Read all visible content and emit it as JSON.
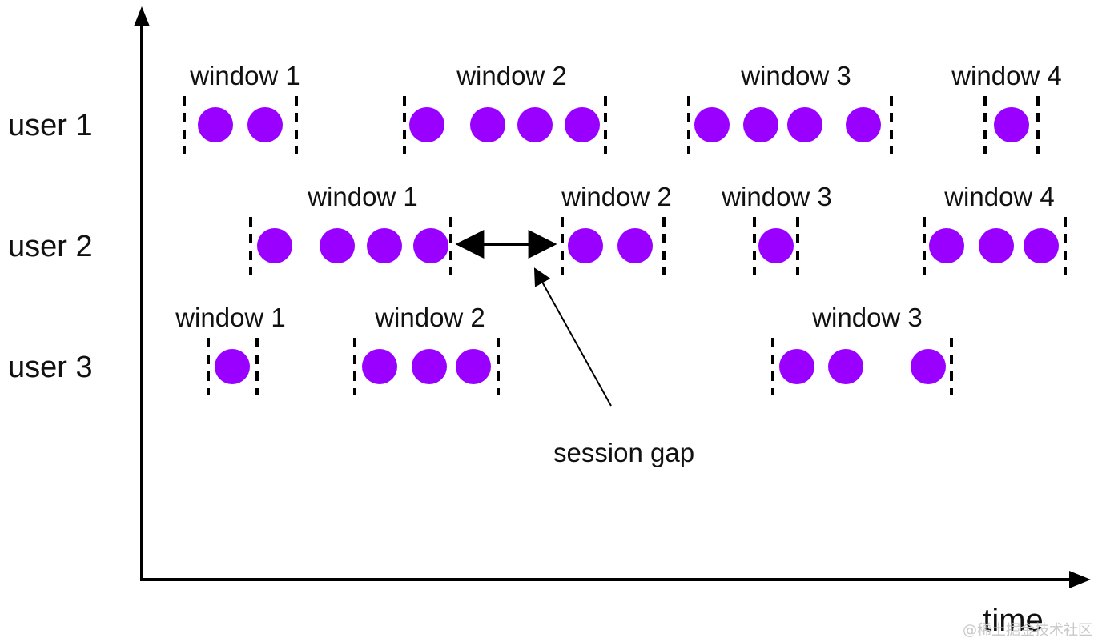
{
  "colors": {
    "event": "#9900ff",
    "ink": "#000000",
    "text": "#111111",
    "watermark": "#c8c8c8"
  },
  "axis": {
    "x_label": "time"
  },
  "annotation": {
    "label": "session gap"
  },
  "watermark": "@稀土掘金技术社区",
  "users": [
    {
      "label": "user 1",
      "windows": [
        {
          "label": "window 1",
          "events": 2
        },
        {
          "label": "window 2",
          "events": 4
        },
        {
          "label": "window 3",
          "events": 4
        },
        {
          "label": "window 4",
          "events": 1
        }
      ]
    },
    {
      "label": "user 2",
      "windows": [
        {
          "label": "window 1",
          "events": 4
        },
        {
          "label": "window 2",
          "events": 2
        },
        {
          "label": "window 3",
          "events": 1
        },
        {
          "label": "window 4",
          "events": 3
        }
      ]
    },
    {
      "label": "user 3",
      "windows": [
        {
          "label": "window 1",
          "events": 1
        },
        {
          "label": "window 2",
          "events": 3
        },
        {
          "label": "window 3",
          "events": 3
        }
      ]
    }
  ]
}
